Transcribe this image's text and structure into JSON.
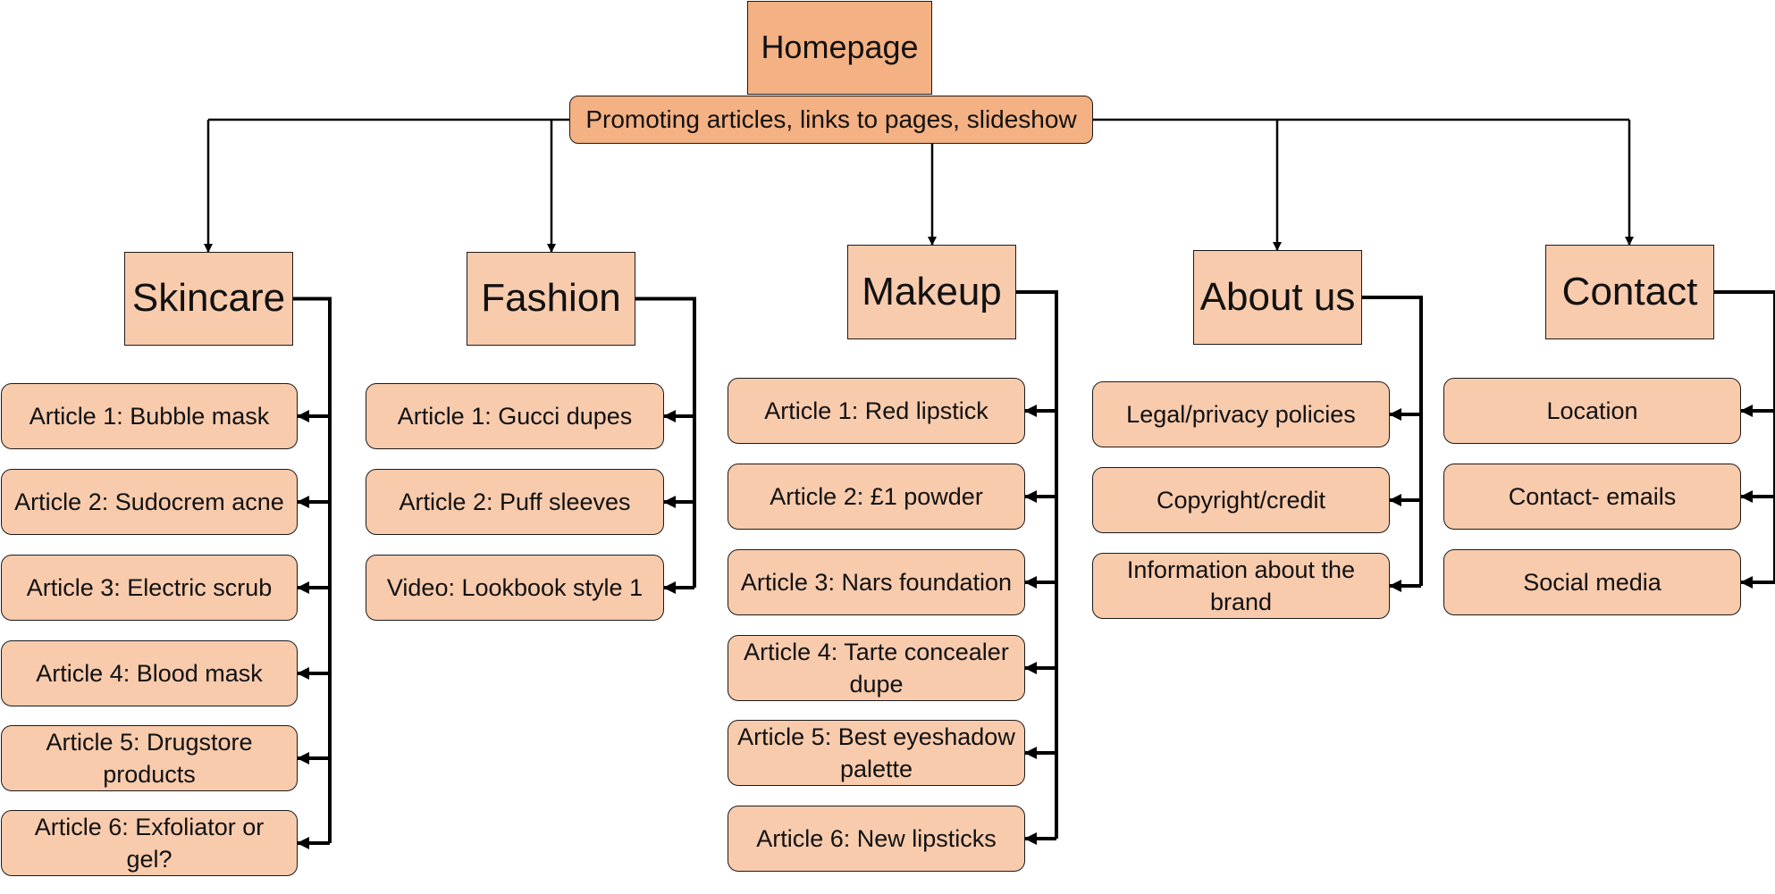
{
  "homepage": {
    "title": "Homepage",
    "description": "Promoting articles, links to pages, slideshow"
  },
  "sections": [
    {
      "title": "Skincare",
      "items": [
        "Article 1: Bubble mask",
        "Article 2: Sudocrem acne",
        "Article 3: Electric scrub",
        "Article 4: Blood mask",
        "Article 5: Drugstore products",
        "Article 6: Exfoliator or gel?"
      ]
    },
    {
      "title": "Fashion",
      "items": [
        "Article 1: Gucci dupes",
        "Article 2: Puff sleeves",
        "Video: Lookbook style 1"
      ]
    },
    {
      "title": "Makeup",
      "items": [
        "Article 1: Red lipstick",
        "Article 2: £1 powder",
        "Article 3: Nars foundation",
        "Article 4: Tarte concealer dupe",
        "Article 5: Best eyeshadow palette",
        "Article 6: New lipsticks"
      ]
    },
    {
      "title": "About us",
      "items": [
        "Legal/privacy policies",
        "Copyright/credit",
        "Information about the brand"
      ]
    },
    {
      "title": "Contact",
      "items": [
        "Location",
        "Contact- emails",
        "Social media"
      ]
    }
  ],
  "colors": {
    "homepage_fill": "#f4b183",
    "section_fill": "#f8cbad",
    "border": "#1a1a1a",
    "connector": "#000000"
  }
}
